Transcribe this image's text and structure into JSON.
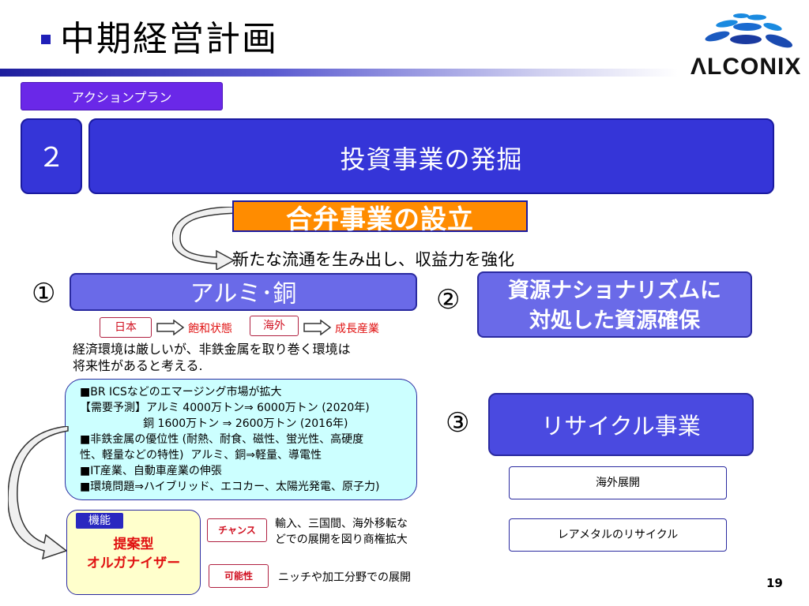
{
  "header": {
    "title": "中期経営計画",
    "logo_text": "ΛLCONIX",
    "accent": "#1f1fb8"
  },
  "action_plan_label": "アクションプラン",
  "plan_number": "２",
  "main_theme": "投資事業の発掘",
  "joint_venture": "合弁事業の設立",
  "sub_statement": "新たな流通を生み出し、収益力を強化",
  "item1": {
    "marker": "①",
    "label": "アルミ･銅",
    "flow": {
      "japan": "日本",
      "saturated": "飽和状態",
      "overseas": "海外",
      "growth": "成長産業"
    },
    "economy_lines": [
      "経済環境は厳しいが、非鉄金属を取り巻く環境は",
      "将来性があると考える."
    ],
    "details": [
      "■BR ICSなどのエマージング市場が拡大",
      "【需要予測】アルミ 4000万トン⇒ 6000万トン (2020年)",
      "                  銅 1600万トン ⇒ 2600万トン (2016年)",
      "■非鉄金属の優位性 (耐熱、耐食、磁性、蛍光性、高硬度",
      "性、軽量などの特性)  アルミ、銅⇒軽量、導電性",
      "■IT産業、自動車産業の伸張",
      "■環境問題⇒ハイブリッド、エコカー、太陽光発電、原子力)"
    ]
  },
  "item2": {
    "marker": "②",
    "line1": "資源ナショナリズムに",
    "line2": "対処した資源確保"
  },
  "item3": {
    "marker": "③",
    "label": "リサイクル事業",
    "sub1": "海外展開",
    "sub2": "レアメタルのリサイクル"
  },
  "function": {
    "tag": "機能",
    "line1": "提案型",
    "line2": "オルガナイザー",
    "chance_label": "チャンス",
    "chance_text_1": "輸入、三国間、海外移転な",
    "chance_text_2": "どでの展開を図り商権拡大",
    "possibility_label": "可能性",
    "possibility_text": "ニッチや加工分野での展開"
  },
  "page_number": "19"
}
